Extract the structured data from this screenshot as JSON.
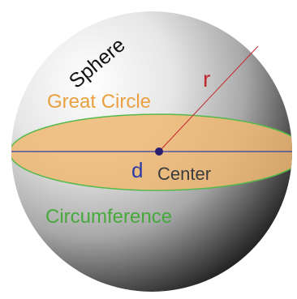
{
  "diagram": {
    "labels": {
      "sphere": "Sphere",
      "great_circle": "Great Circle",
      "radius": "r",
      "diameter": "d",
      "center": "Center",
      "circumference": "Circumference"
    },
    "colors": {
      "background": "#ffffff",
      "sphere_light": "#ffffff",
      "sphere_dark": "#1a1a1a",
      "great_circle_fill": "#f0b874",
      "great_circle_stroke": "#55b94a",
      "diameter_line": "#2f3fa8",
      "radius_line": "#c2272d",
      "center_dot": "#2a1f6e",
      "sphere_label": "#111111",
      "great_circle_label": "#e8a040",
      "radius_label": "#c2272d",
      "diameter_label": "#2a3aa8",
      "center_label": "#3b3b3b",
      "circumference_label": "#47a83c"
    }
  }
}
